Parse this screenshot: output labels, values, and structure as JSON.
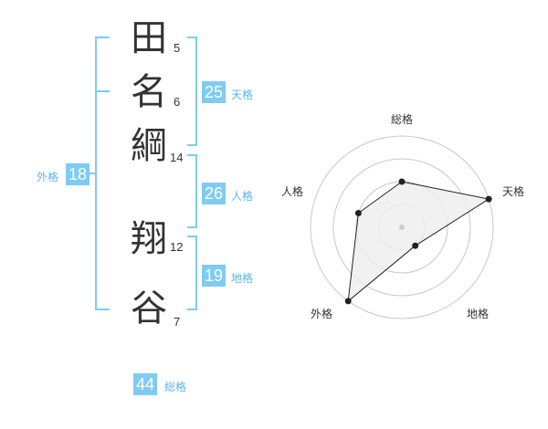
{
  "name": {
    "characters": [
      {
        "char": "田",
        "strokes": "5"
      },
      {
        "char": "名",
        "strokes": "6"
      },
      {
        "char": "綱",
        "strokes": "14"
      },
      {
        "char": "翔",
        "strokes": "12"
      },
      {
        "char": "谷",
        "strokes": "7"
      }
    ]
  },
  "fortune": {
    "tenkaku": {
      "value": "25",
      "label": "天格"
    },
    "jinkaku": {
      "value": "26",
      "label": "人格"
    },
    "chikaku": {
      "value": "19",
      "label": "地格"
    },
    "gaikaku": {
      "value": "18",
      "label": "外格"
    },
    "soukaku": {
      "value": "44",
      "label": "総格"
    }
  },
  "radar": {
    "axes": [
      "総格",
      "天格",
      "地格",
      "外格",
      "人格"
    ],
    "values": [
      2,
      4,
      1,
      4,
      2
    ],
    "max": 4,
    "ring_count": 4,
    "line_color": "#222222",
    "fill_color": "#eeeeee",
    "grid_color": "#c8c8c8",
    "accent": "#7ecbf3"
  }
}
